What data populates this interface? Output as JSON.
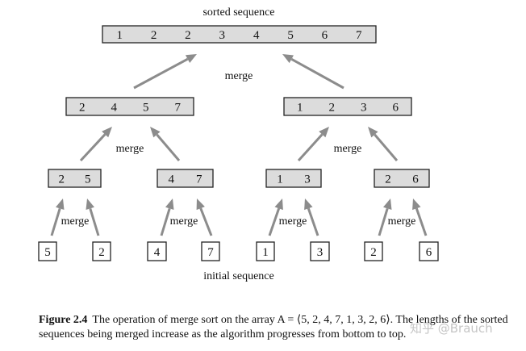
{
  "labels": {
    "top": "sorted sequence",
    "bottom": "initial sequence",
    "merge": "merge"
  },
  "levels": [
    [
      [
        1,
        2,
        2,
        3,
        4,
        5,
        6,
        7
      ]
    ],
    [
      [
        2,
        4,
        5,
        7
      ],
      [
        1,
        2,
        3,
        6
      ]
    ],
    [
      [
        2,
        5
      ],
      [
        4,
        7
      ],
      [
        1,
        3
      ],
      [
        2,
        6
      ]
    ],
    [
      [
        5
      ],
      [
        2
      ],
      [
        4
      ],
      [
        7
      ],
      [
        1
      ],
      [
        3
      ],
      [
        2
      ],
      [
        6
      ]
    ]
  ],
  "caption": {
    "label": "Figure 2.4",
    "text": "The operation of merge sort on the array A = ⟨5, 2, 4, 7, 1, 3, 2, 6⟩. The lengths of the sorted sequences being merged increase as the algorithm progresses from bottom to top."
  },
  "watermark": "知乎 @Brauch"
}
